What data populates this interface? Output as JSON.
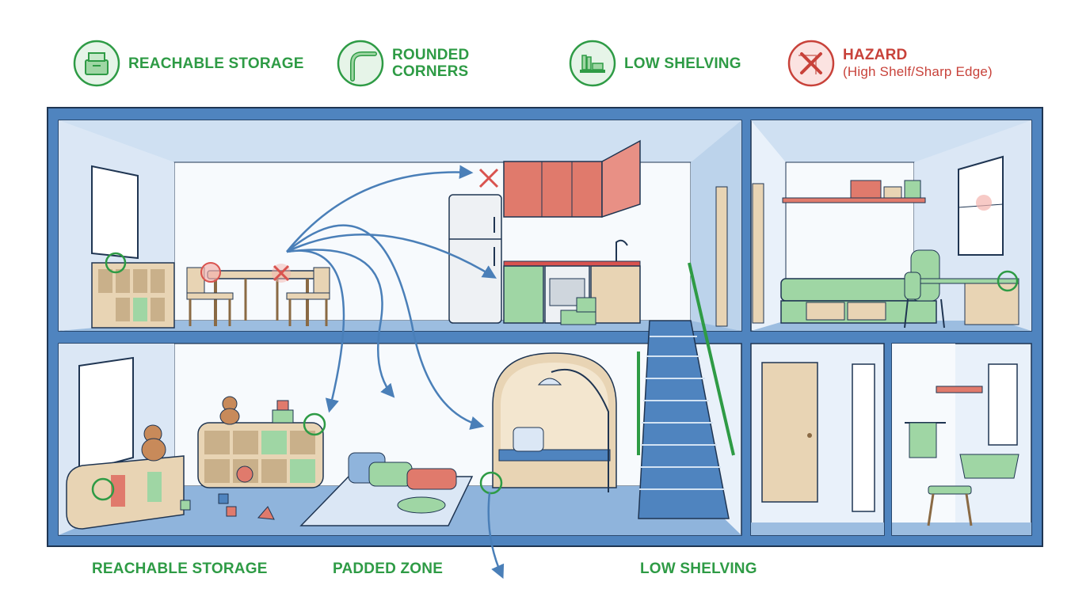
{
  "legend": [
    {
      "id": "reachable-storage",
      "lines": [
        "REACHABLE STORAGE"
      ],
      "color": "#2e9b45",
      "icon": "storage-box-icon"
    },
    {
      "id": "rounded-corners",
      "lines": [
        "ROUNDED",
        "CORNERS"
      ],
      "color": "#2e9b45",
      "icon": "rounded-corner-icon"
    },
    {
      "id": "low-shelving",
      "lines": [
        "LOW SHELVING"
      ],
      "color": "#2e9b45",
      "icon": "books-shelf-icon"
    },
    {
      "id": "hazard",
      "lines": [
        "HAZARD",
        "(High Shelf/Sharp Edge)"
      ],
      "color": "#c8423a",
      "icon": "hazard-x-icon"
    }
  ],
  "bottom_labels": {
    "reachable_storage": "REACHABLE STORAGE",
    "padded_zone": "PADDED ZONE",
    "low_shelving": "LOW SHELVING"
  },
  "colors": {
    "safe_green": "#2e9b45",
    "hazard_red": "#d9534f",
    "wall_blue": "#4f84bf",
    "room_fill": "#dfeaf6",
    "floor_blue": "#8fb4dc",
    "wood": "#e8d4b4",
    "arrow_blue": "#4a7fb8"
  }
}
